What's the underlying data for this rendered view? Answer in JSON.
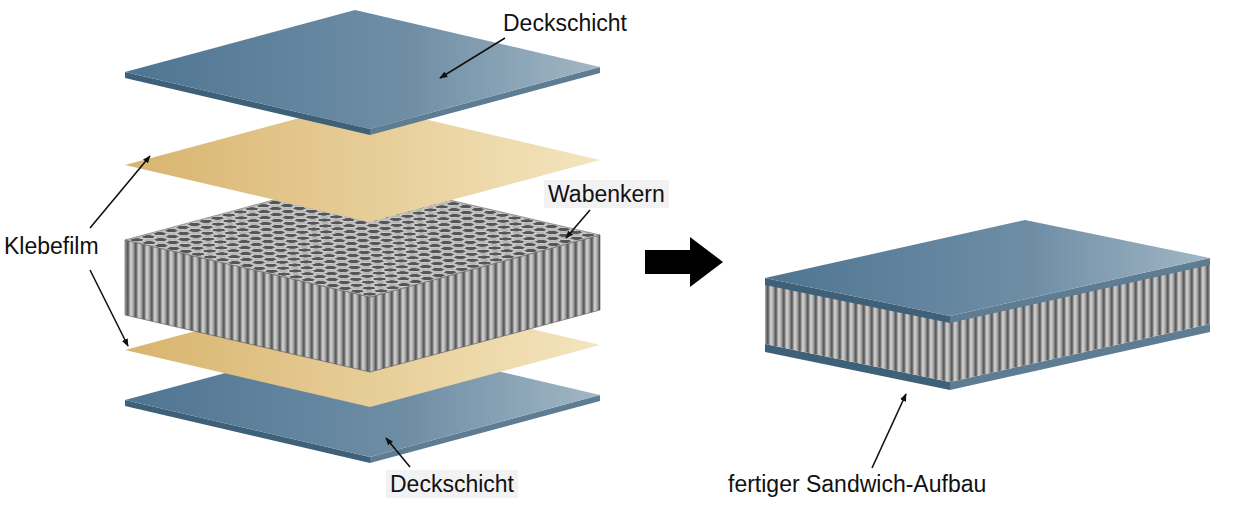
{
  "diagram": {
    "labels": [
      "Deckschicht",
      "Wabenkern",
      "Klebefilm",
      "Deckschicht",
      "fertiger Sandwich-Aufbau"
    ]
  }
}
